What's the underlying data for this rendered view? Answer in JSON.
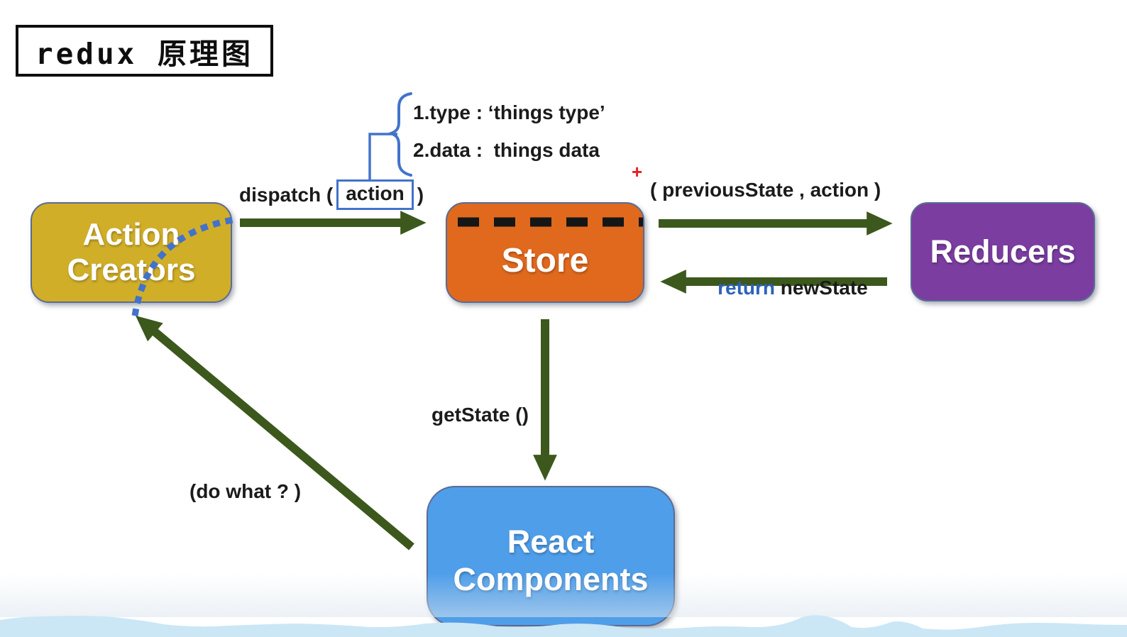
{
  "title": {
    "text": "redux 原理图"
  },
  "nodes": {
    "action_creators": {
      "line1": "Action",
      "line2": "Creators",
      "color": "#d1ae28"
    },
    "store": {
      "label": "Store",
      "color": "#e0691d"
    },
    "reducers": {
      "label": "Reducers",
      "color": "#7b3da0"
    },
    "react_components": {
      "line1": "React",
      "line2": "Components",
      "color": "#4f9ee9"
    }
  },
  "arrows": {
    "dispatch": {
      "prefix": "dispatch (",
      "boxed": "action",
      "suffix": ")"
    },
    "to_reducers": {
      "label": "( previousState , action )"
    },
    "from_reducers": {
      "keyword": "return",
      "rest": " newState"
    },
    "get_state": {
      "label": "getState ()"
    },
    "do_what": {
      "label": "(do what ? )"
    }
  },
  "annotation": {
    "line1": "1.type : ‘things type’",
    "line2": "2.data :  things data",
    "marker": "+"
  },
  "colors": {
    "arrow_green": "#3c581d",
    "annotation_blue": "#4273cc",
    "dash_black": "#161616",
    "keyword_blue": "#2d62b8",
    "plus_red": "#ea1d24",
    "wave_blue": "#cbe7f6"
  }
}
